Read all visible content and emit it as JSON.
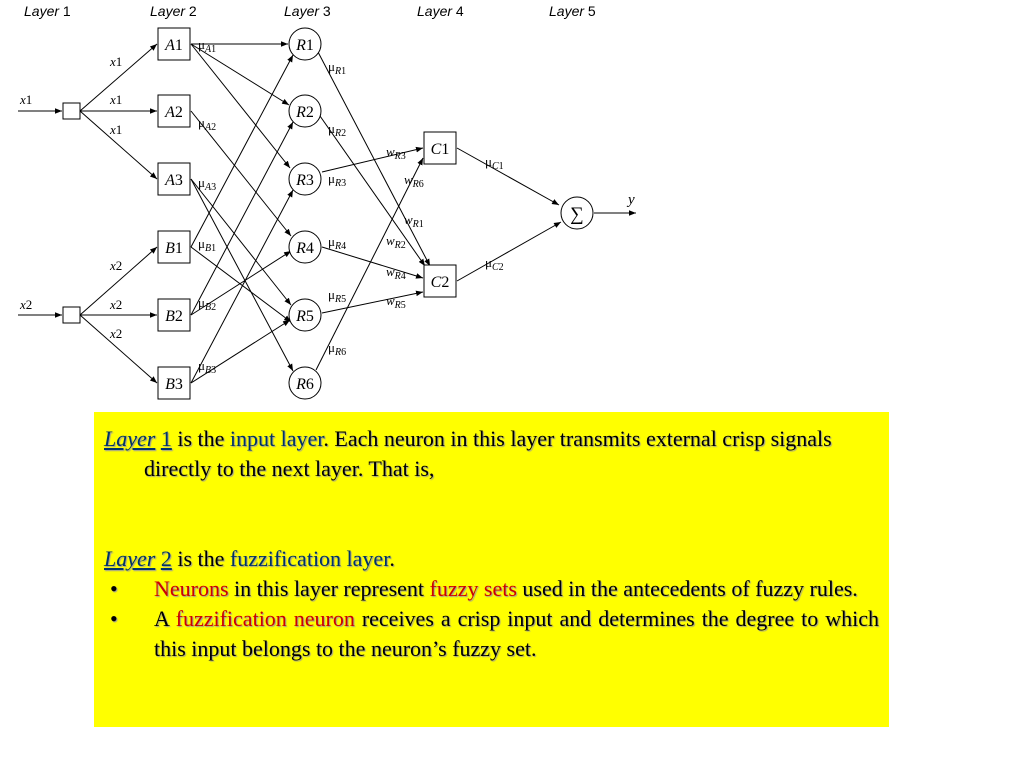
{
  "layers": [
    {
      "word": "Layer",
      "num": "1"
    },
    {
      "word": "Layer",
      "num": "2"
    },
    {
      "word": "Layer",
      "num": "3"
    },
    {
      "word": "Layer",
      "num": "4"
    },
    {
      "word": "Layer",
      "num": "5"
    }
  ],
  "inputs": [
    {
      "var": "x",
      "num": "1"
    },
    {
      "var": "x",
      "num": "2"
    }
  ],
  "layer2": [
    {
      "letter": "A",
      "num": "1"
    },
    {
      "letter": "A",
      "num": "2"
    },
    {
      "letter": "A",
      "num": "3"
    },
    {
      "letter": "B",
      "num": "1"
    },
    {
      "letter": "B",
      "num": "2"
    },
    {
      "letter": "B",
      "num": "3"
    }
  ],
  "mu_symbol": "μ",
  "w_symbol": "w",
  "layer2_mu": [
    {
      "letter": "A",
      "num": "1"
    },
    {
      "letter": "A",
      "num": "2"
    },
    {
      "letter": "A",
      "num": "3"
    },
    {
      "letter": "B",
      "num": "1"
    },
    {
      "letter": "B",
      "num": "2"
    },
    {
      "letter": "B",
      "num": "3"
    }
  ],
  "rules": [
    {
      "letter": "R",
      "num": "1"
    },
    {
      "letter": "R",
      "num": "2"
    },
    {
      "letter": "R",
      "num": "3"
    },
    {
      "letter": "R",
      "num": "4"
    },
    {
      "letter": "R",
      "num": "5"
    },
    {
      "letter": "R",
      "num": "6"
    }
  ],
  "rule_mu": [
    {
      "letter": "R",
      "num": "1"
    },
    {
      "letter": "R",
      "num": "2"
    },
    {
      "letter": "R",
      "num": "3"
    },
    {
      "letter": "R",
      "num": "4"
    },
    {
      "letter": "R",
      "num": "5"
    },
    {
      "letter": "R",
      "num": "6"
    }
  ],
  "weights": [
    {
      "letter": "R",
      "num": "3"
    },
    {
      "letter": "R",
      "num": "6"
    },
    {
      "letter": "R",
      "num": "1"
    },
    {
      "letter": "R",
      "num": "2"
    },
    {
      "letter": "R",
      "num": "4"
    },
    {
      "letter": "R",
      "num": "5"
    }
  ],
  "outputs": [
    {
      "letter": "C",
      "num": "1"
    },
    {
      "letter": "C",
      "num": "2"
    }
  ],
  "output_mu": [
    {
      "letter": "C",
      "num": "1"
    },
    {
      "letter": "C",
      "num": "2"
    }
  ],
  "sum_symbol": "∑",
  "y_label": "y",
  "text": {
    "p1": {
      "layer_word": "Layer",
      "layer_num": "1",
      "t1": " is the ",
      "term": "input layer",
      "t2": ".  Each neuron in this layer transmits external crisp signals directly to the next layer.  That is,"
    },
    "p2": {
      "layer_word": "Layer",
      "layer_num": "2",
      "t1": " is the  ",
      "term": "fuzzification layer",
      "t2": "."
    },
    "bullets": [
      {
        "dot": "•",
        "r1": "Neurons",
        "t1": " in this layer represent ",
        "r2": "fuzzy sets",
        "t2": " used in the antecedents of fuzzy rules."
      },
      {
        "dot": "•",
        "t0": "A ",
        "r1": "fuzzification neuron",
        "t1": " receives a crisp input and determines the degree to which this input belongs to the neuron’s fuzzy set."
      }
    ]
  }
}
